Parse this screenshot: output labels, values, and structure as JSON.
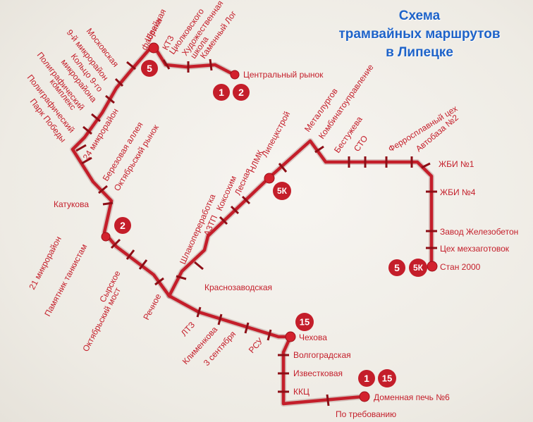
{
  "title": {
    "line1": "Схема",
    "line2": "трамвайных маршрутов",
    "line3": "в Липецке"
  },
  "colors": {
    "route": "#c41e2a",
    "title": "#1e63c9",
    "background": "#f1eee8"
  },
  "stops": {
    "shveynaya": "Швейная фабрика",
    "shveynaya_l1": "Швейная",
    "shveynaya_l2": "фабрика",
    "ktz": "КТЗ",
    "tsiolkovskogo": "Циолковского",
    "khud_shkola_l1": "Художественная",
    "khud_shkola_l2": "школа",
    "kamenny_log": "Каменный Лог",
    "tsentralny_rynok": "Центральный рынок",
    "moskovskaya": "Московская",
    "mkr9": "9-й микрорайон",
    "koltso9_l1": "Кольцо 9-го",
    "koltso9_l2": "микрорайона",
    "poligraf_l1": "Полиграфический",
    "poligraf_l2": "комплекс",
    "park_pobedy": "Парк Победы",
    "mkr24": "24 микрорайон",
    "berezovaya": "Березовая аллея",
    "oktyabrsky_rynok": "Октябрьский рынок",
    "katukova": "Катукова",
    "mkr21": "21 микрорайон",
    "pamyatnik": "Памятник танкистам",
    "syrskoe": "Сырское",
    "oktyabrsky_most": "Октябрьский мост",
    "rechnoe": "Речное",
    "shlakopererabotka": "Шлакопереработка",
    "aztp": "АЗТП",
    "koksokhim": "Коксохим",
    "lesnaya": "Лесная",
    "nlmk": "НЛМК",
    "lipetskstroy": "Липецкстрой",
    "metallurgov": "Металлургов",
    "kombinatoupr": "Комбинатоуправление",
    "bestuzheva": "Бестужева",
    "sto": "СТО",
    "ferrosplav": "Ферросплавный цех",
    "avtobaza2": "Автобаза №2",
    "zhbi1": "ЖБИ №1",
    "zhbi4": "ЖБИ №4",
    "zavod_zhb": "Завод Железобетон",
    "tsekh_mekh": "Цех мехзаготовок",
    "stan2000": "Стан 2000",
    "krasnozavodskaya": "Краснозаводская",
    "ltz": "ЛТЗ",
    "klimenkova": "Клименкова",
    "sentyabrya3": "3 сентября",
    "rsu": "РСУ",
    "chekhova": "Чехова",
    "volgogradskaya": "Волгоградская",
    "izvestkovaya": "Известковая",
    "kkts": "ККЦ",
    "po_trebovaniyu": "По требованию",
    "domennaya6": "Доменная печь №6"
  },
  "routes": {
    "r1": "1",
    "r2": "2",
    "r5": "5",
    "r5k": "5К",
    "r15": "15"
  }
}
